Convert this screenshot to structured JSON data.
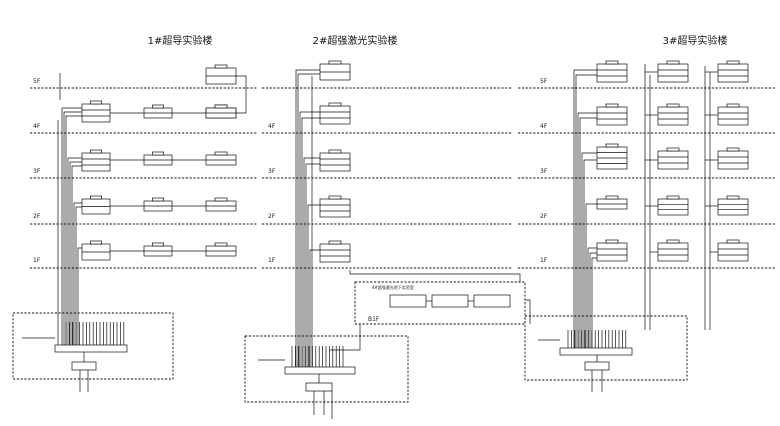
{
  "buildings": [
    {
      "title": "1#超导实验楼"
    },
    {
      "title": "2#超强激光实验楼"
    },
    {
      "title": "3#超导实验楼"
    }
  ],
  "floors": {
    "b1": [
      "5F",
      "4F",
      "3F",
      "2F",
      "1F"
    ],
    "b2": [
      "4F",
      "3F",
      "2F",
      "1F"
    ],
    "b3": [
      "5F",
      "4F",
      "3F",
      "2F",
      "1F"
    ]
  },
  "basement": {
    "title": "4#超强激光地下实验室",
    "floor_label": "B1F"
  }
}
